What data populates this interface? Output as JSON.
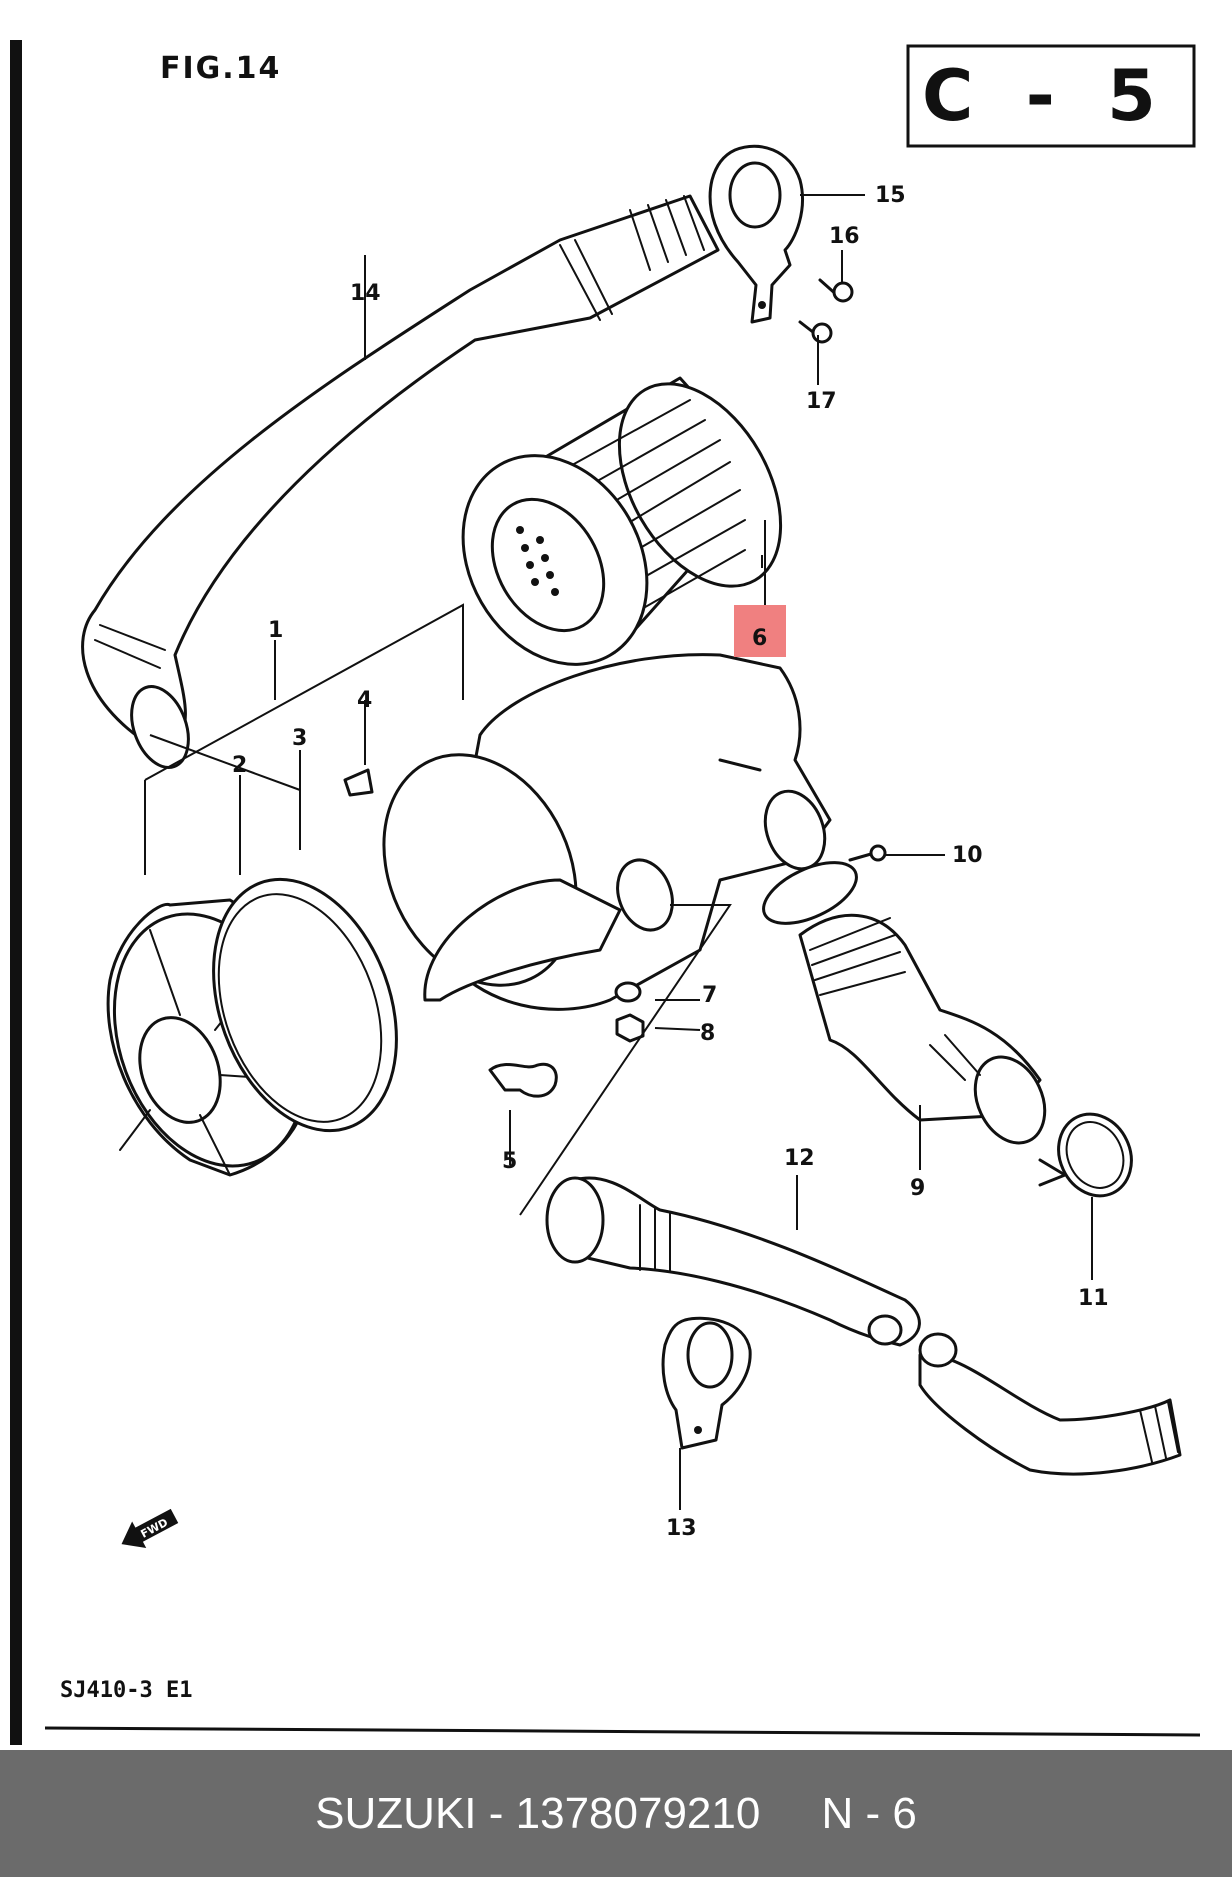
{
  "figure": {
    "title": "FIG.14",
    "reference": "C - 5",
    "model_code": "SJ410-3 E1",
    "fwd_marker": "FWD",
    "highlight_color": "#f08080"
  },
  "callouts": [
    {
      "number": "1",
      "highlighted": false
    },
    {
      "number": "2",
      "highlighted": false
    },
    {
      "number": "3",
      "highlighted": false
    },
    {
      "number": "4",
      "highlighted": false
    },
    {
      "number": "5",
      "highlighted": false
    },
    {
      "number": "6",
      "highlighted": true
    },
    {
      "number": "7",
      "highlighted": false
    },
    {
      "number": "8",
      "highlighted": false
    },
    {
      "number": "9",
      "highlighted": false
    },
    {
      "number": "10",
      "highlighted": false
    },
    {
      "number": "11",
      "highlighted": false
    },
    {
      "number": "12",
      "highlighted": false
    },
    {
      "number": "13",
      "highlighted": false
    },
    {
      "number": "14",
      "highlighted": false
    },
    {
      "number": "15",
      "highlighted": false
    },
    {
      "number": "16",
      "highlighted": false
    },
    {
      "number": "17",
      "highlighted": false
    }
  ],
  "footer": {
    "text": "SUZUKI - 1378079210     N - 6",
    "background": "#6b6b6b"
  }
}
